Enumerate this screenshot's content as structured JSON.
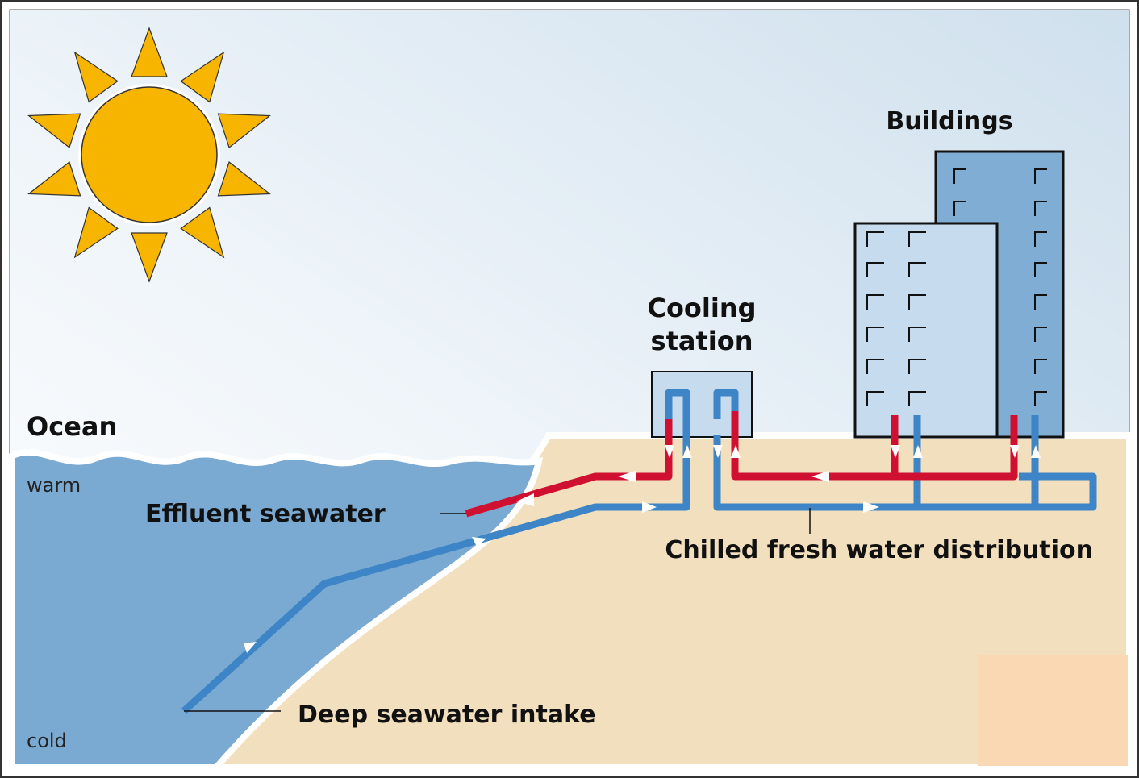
{
  "labels": {
    "ocean": "Ocean",
    "warm": "warm",
    "cold": "cold",
    "effluent": "Effluent seawater",
    "intake": "Deep seawater intake",
    "cooling_line1": "Cooling",
    "cooling_line2": "station",
    "buildings": "Buildings",
    "distribution": "Chilled fresh water distribution"
  },
  "colors": {
    "sky_top": "#c9dcea",
    "sky_bottom": "#ffffff",
    "ocean": "#7aa9d2",
    "land": "#f3dfbf",
    "sun": "#f7b500",
    "warm_pipe": "#d01031",
    "cold_pipe": "#3d85c6",
    "building_front": "#c6dcee",
    "building_back": "#7fadd3",
    "cooling_station": "#c6dcee"
  },
  "icons": {
    "sun": "sun-icon"
  }
}
